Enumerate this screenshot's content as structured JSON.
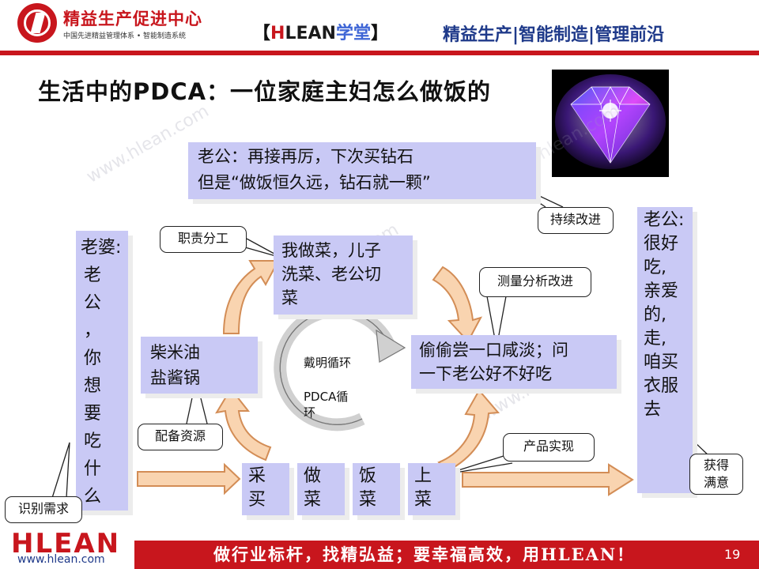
{
  "header": {
    "org_name": "精益生产促进中心",
    "org_sub": "中国先进精益管理体系 • 智能制造系统",
    "brand_open": "【",
    "brand_h": "H",
    "brand_lean": "LEAN",
    "brand_cn": "学堂",
    "brand_close": "】",
    "right_text": "精益生产|智能制造|管理前沿"
  },
  "slide": {
    "title": "生活中的PDCA：一位家庭主妇怎么做饭的",
    "husband_top_line1": "老公：再接再厉，下次买钻石",
    "husband_top_line2": "但是“做饭恒久远，钻石就一颗”",
    "wife": [
      "老婆:",
      "老",
      "公",
      "，",
      "你",
      "想",
      "要",
      "吃",
      "什",
      "么"
    ],
    "husband_right": [
      "老公:",
      "很好",
      "吃,",
      "亲爱",
      "的,",
      "走,",
      "咱买",
      "衣服",
      "去"
    ],
    "me_line1": "我做菜，儿子",
    "me_line2": "洗菜、老公切",
    "me_line3": "菜",
    "resources_line1": "柴米油",
    "resources_line2": "盐酱锅",
    "taste_line1": "偷偷尝一口咸淡；问",
    "taste_line2": "一下老公好不好吃",
    "steps": [
      {
        "l1": "采",
        "l2": "买"
      },
      {
        "l1": "做",
        "l2": "菜"
      },
      {
        "l1": "饭",
        "l2": "菜"
      },
      {
        "l1": "上",
        "l2": "菜"
      }
    ],
    "cycle_label1": "戴明循环",
    "cycle_label2_line1": "PDCA循",
    "cycle_label2_line2": "环"
  },
  "callouts": {
    "continuous": "持续改进",
    "roles": "职责分工",
    "measure": "测量分析改进",
    "resources": "配备资源",
    "product": "产品实现",
    "identify": "识别需求",
    "satisfied_line1": "获得",
    "satisfied_line2": "满意"
  },
  "watermarks": [
    "www.hlean.com",
    "www.hlean.com",
    "www.hlean.com",
    "www.hlean.com"
  ],
  "footer": {
    "logo": "HLEAN",
    "url": "www.hlean.com",
    "slogan": "做行业标杆，找精弘益；要幸福高效，用HLEAN！",
    "page": "19"
  },
  "colors": {
    "brand_red": "#c8161d",
    "box_lavender": "#c9c9f5",
    "arrow_fill": "#f9d4b0",
    "arrow_stroke": "#d38d56",
    "navy": "#1f3a8a"
  }
}
